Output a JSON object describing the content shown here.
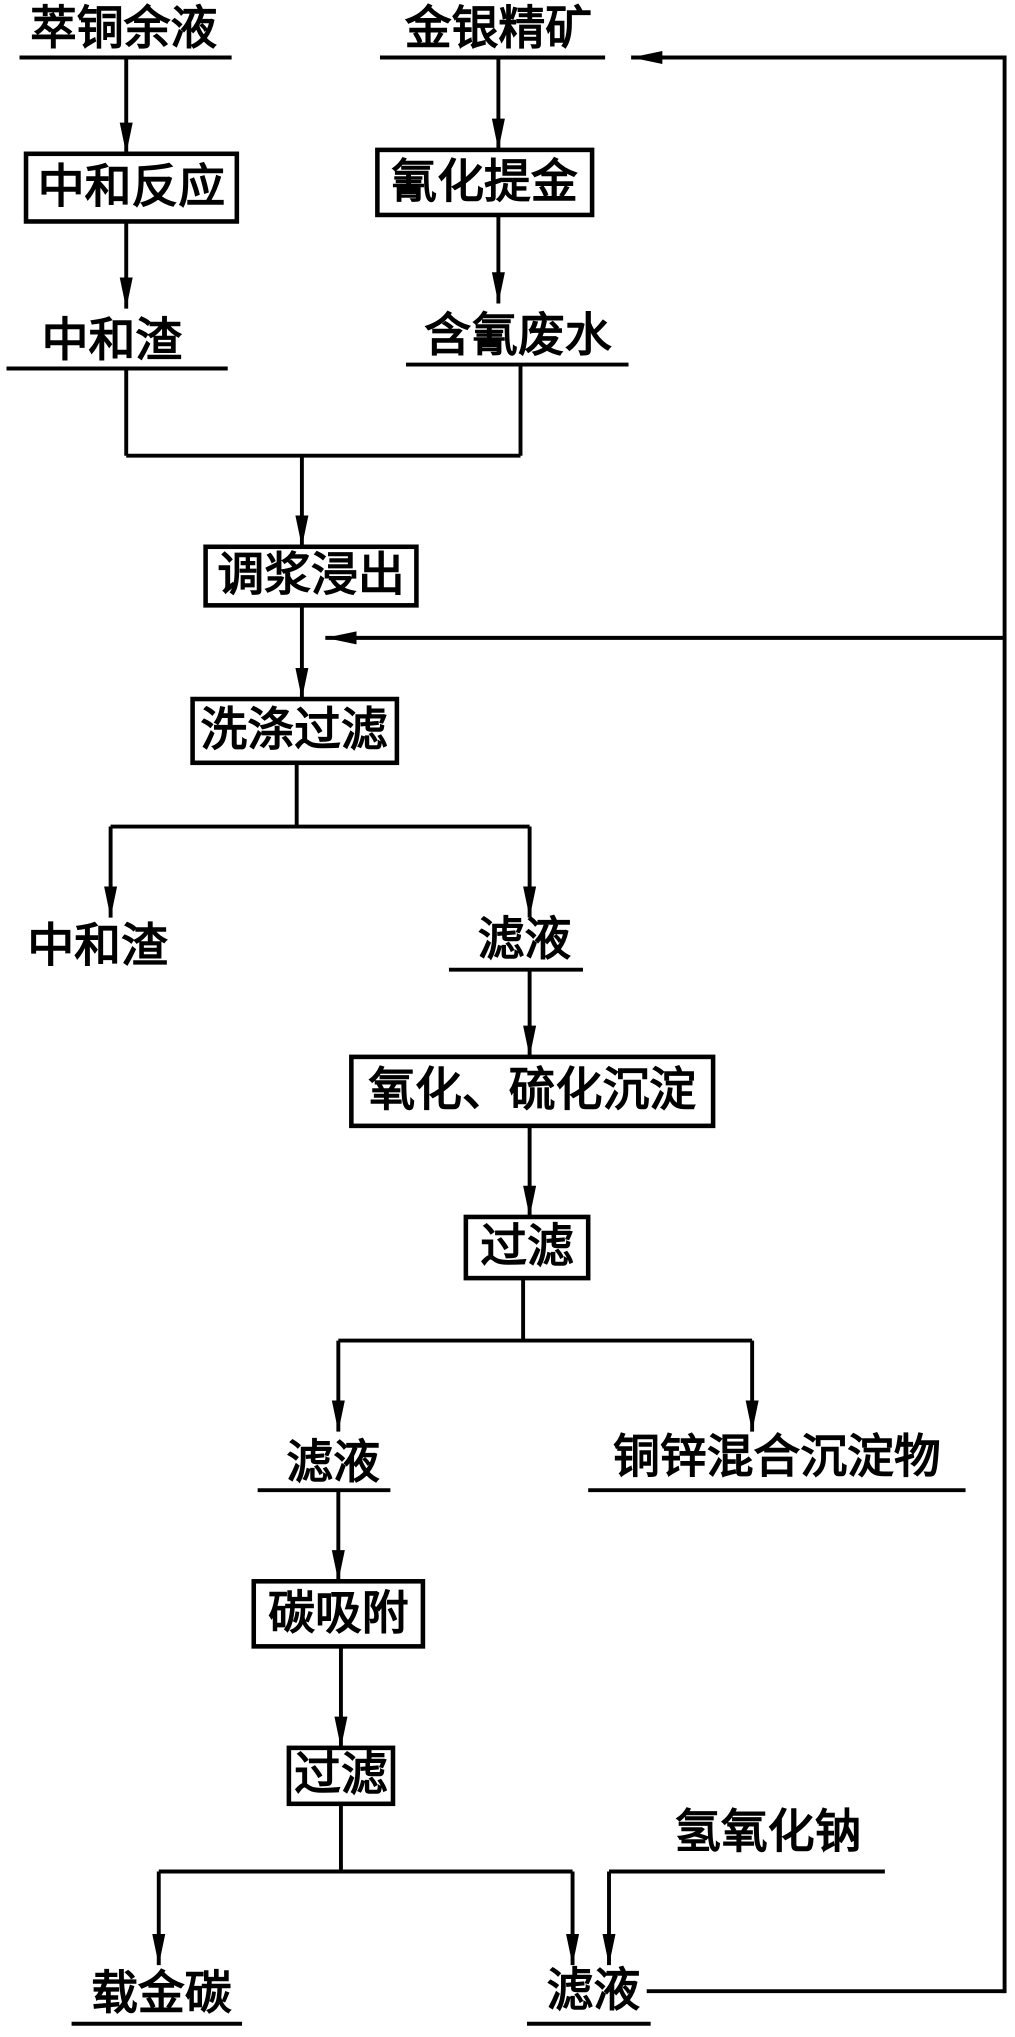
{
  "nodes": {
    "raffinate": "萃铜余液",
    "neutralization": "中和反应",
    "neutralization_residue_1": "中和渣",
    "concentrate": "金银精矿",
    "cyanidation": "氰化提金",
    "cyanide_wastewater": "含氰废水",
    "pulping_leaching": "调浆浸出",
    "washing_filtration": "洗涤过滤",
    "neutralization_residue_2": "中和渣",
    "filtrate_1": "滤液",
    "oxidation_sulfidation": "氧化、硫化沉淀",
    "filtration_1": "过滤",
    "filtrate_2": "滤液",
    "cu_zn_precipitate": "铜锌混合沉淀物",
    "carbon_adsorption": "碳吸附",
    "filtration_2": "过滤",
    "sodium_hydroxide": "氢氧化钠",
    "gold_loaded_carbon": "载金碳",
    "filtrate_3": "滤液"
  },
  "colors": {
    "line": "#000000",
    "background": "#ffffff"
  }
}
